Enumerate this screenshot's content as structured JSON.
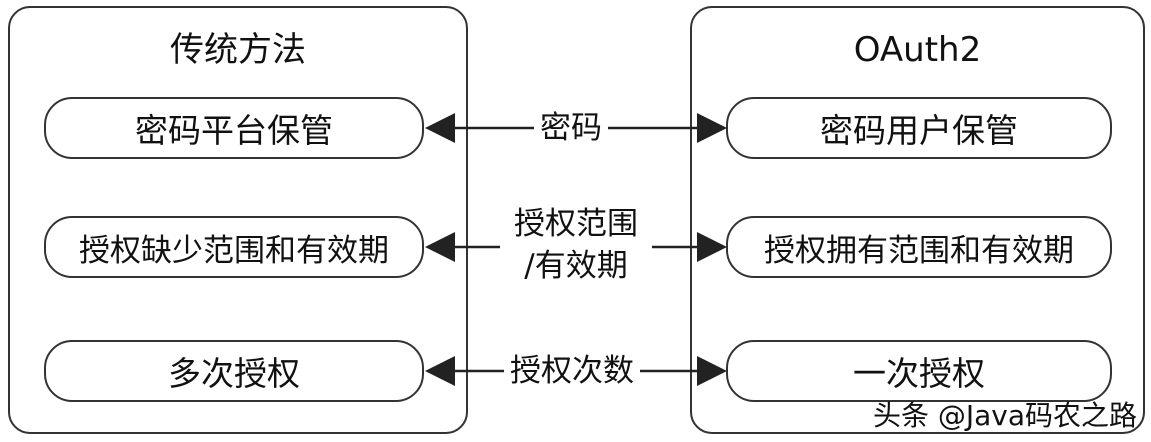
{
  "left_panel": {
    "title": "传统方法",
    "items": [
      "密码平台保管",
      "授权缺少范围和有效期",
      "多次授权"
    ]
  },
  "right_panel": {
    "title": "OAuth2",
    "items": [
      "密码用户保管",
      "授权拥有范围和有效期",
      "一次授权"
    ]
  },
  "connectors": [
    {
      "label_line1": "密码",
      "label_line2": ""
    },
    {
      "label_line1": "授权范围",
      "label_line2": "/有效期"
    },
    {
      "label_line1": "授权次数",
      "label_line2": ""
    }
  ],
  "watermark": "头条 @Java码农之路"
}
